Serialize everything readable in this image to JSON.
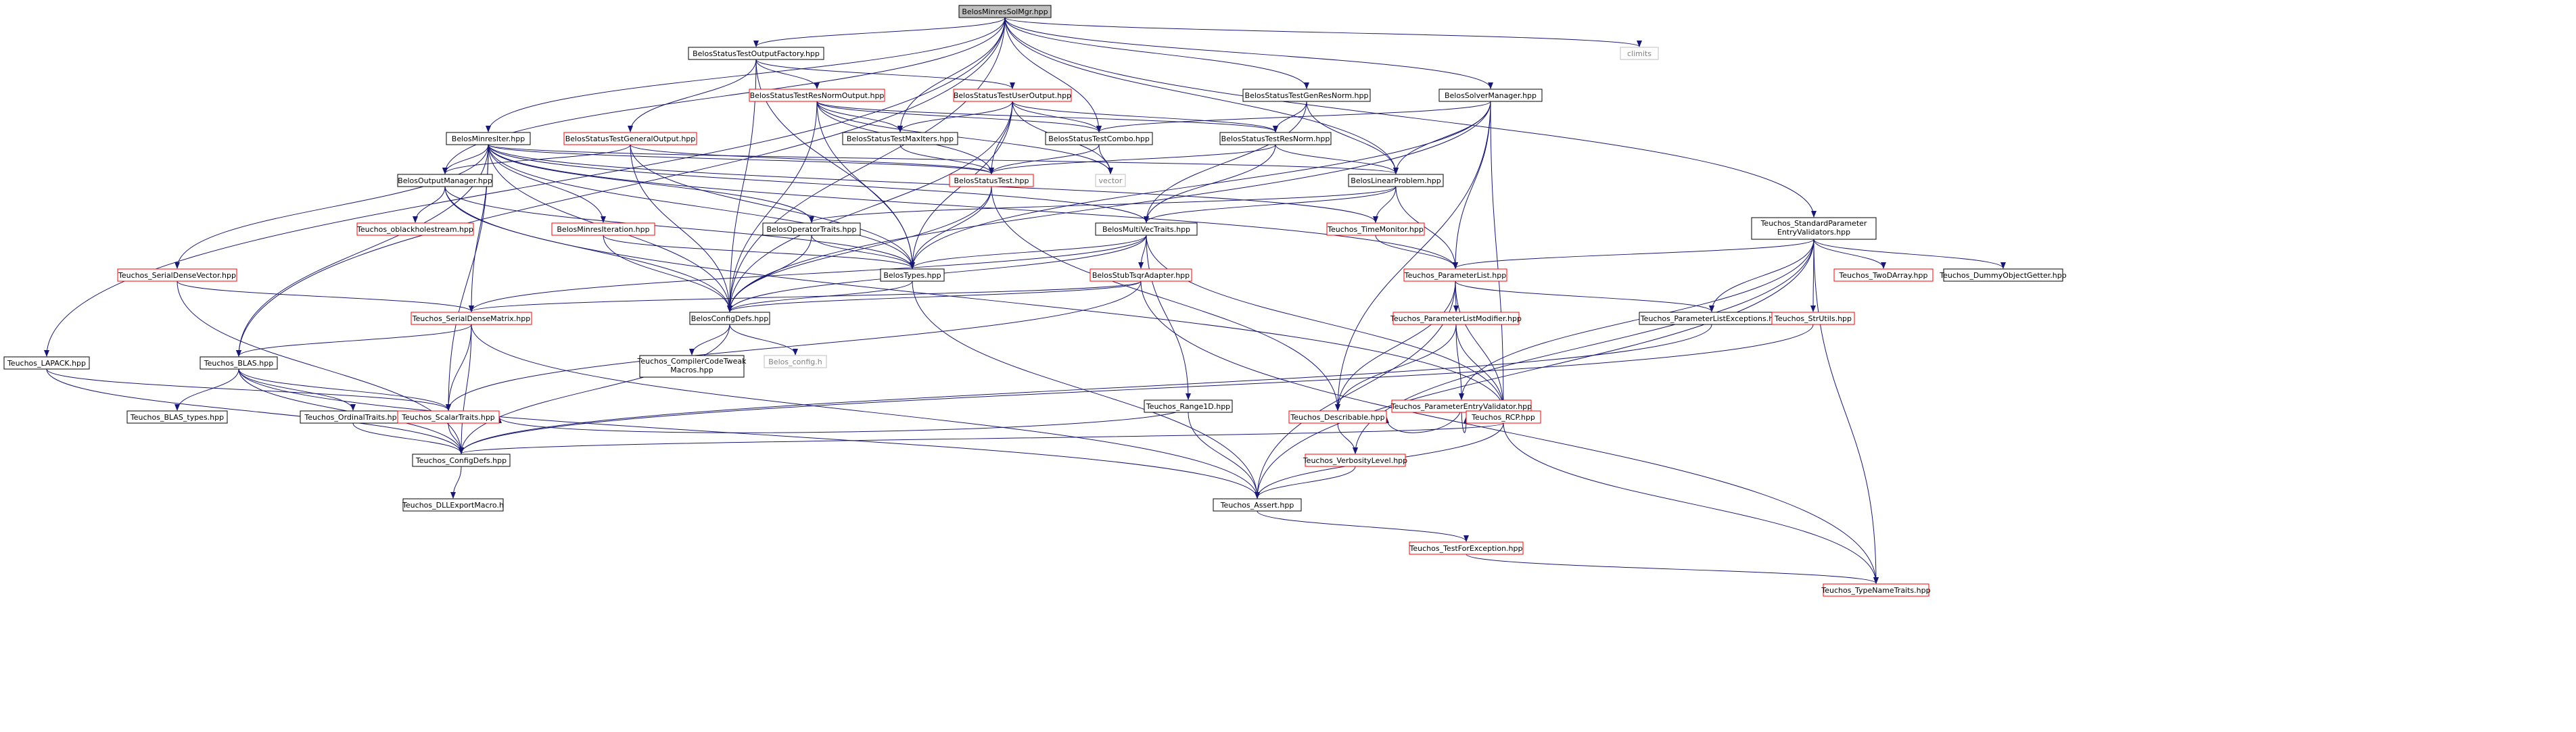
{
  "colors": {
    "edge": "#191970",
    "root_fill": "#bfbfbf",
    "normal_border": "#000000",
    "red_border": "#ff0000",
    "text_black": "#000000",
    "text_red": "#ff0000",
    "text_gray": "#808080",
    "gray_border": "#bfbfbf"
  },
  "nodes": [
    {
      "id": "root",
      "label": "BelosMinresSolMgr.hpp",
      "style": "root"
    },
    {
      "id": "outfactory",
      "label": "BelosStatusTestOutputFactory.hpp",
      "style": "normal"
    },
    {
      "id": "climits",
      "label": "climits",
      "style": "gray"
    },
    {
      "id": "resnormout",
      "label": "BelosStatusTestResNormOutput.hpp",
      "style": "red"
    },
    {
      "id": "useroutput",
      "label": "BelosStatusTestUserOutput.hpp",
      "style": "red"
    },
    {
      "id": "genresnorm",
      "label": "BelosStatusTestGenResNorm.hpp",
      "style": "normal"
    },
    {
      "id": "solvermgr",
      "label": "BelosSolverManager.hpp",
      "style": "normal"
    },
    {
      "id": "minresiter",
      "label": "BelosMinresIter.hpp",
      "style": "normal"
    },
    {
      "id": "genoutput",
      "label": "BelosStatusTestGeneralOutput.hpp",
      "style": "red"
    },
    {
      "id": "maxiters",
      "label": "BelosStatusTestMaxIters.hpp",
      "style": "normal"
    },
    {
      "id": "combo",
      "label": "BelosStatusTestCombo.hpp",
      "style": "normal"
    },
    {
      "id": "resnorm",
      "label": "BelosStatusTestResNorm.hpp",
      "style": "normal"
    },
    {
      "id": "outmgr",
      "label": "BelosOutputManager.hpp",
      "style": "normal"
    },
    {
      "id": "statustest",
      "label": "BelosStatusTest.hpp",
      "style": "red"
    },
    {
      "id": "vector",
      "label": "vector",
      "style": "gray"
    },
    {
      "id": "linprob",
      "label": "BelosLinearProblem.hpp",
      "style": "normal"
    },
    {
      "id": "stdparam",
      "label": "Teuchos_StandardParameter\nEntryValidators.hpp",
      "style": "normal"
    },
    {
      "id": "oblack",
      "label": "Teuchos_oblackholestream.hpp",
      "style": "red"
    },
    {
      "id": "minresiteration",
      "label": "BelosMinresIteration.hpp",
      "style": "red"
    },
    {
      "id": "optraits",
      "label": "BelosOperatorTraits.hpp",
      "style": "normal"
    },
    {
      "id": "mvtraits",
      "label": "BelosMultiVecTraits.hpp",
      "style": "normal"
    },
    {
      "id": "timemon",
      "label": "Teuchos_TimeMonitor.hpp",
      "style": "red"
    },
    {
      "id": "serialvec",
      "label": "Teuchos_SerialDenseVector.hpp",
      "style": "red"
    },
    {
      "id": "belostypes",
      "label": "BelosTypes.hpp",
      "style": "normal"
    },
    {
      "id": "stubtsqr",
      "label": "BelosStubTsqrAdapter.hpp",
      "style": "red"
    },
    {
      "id": "paramlist",
      "label": "Teuchos_ParameterList.hpp",
      "style": "red"
    },
    {
      "id": "twodarray",
      "label": "Teuchos_TwoDArray.hpp",
      "style": "red"
    },
    {
      "id": "dummyobj",
      "label": "Teuchos_DummyObjectGetter.hpp",
      "style": "normal"
    },
    {
      "id": "serialmat",
      "label": "Teuchos_SerialDenseMatrix.hpp",
      "style": "red"
    },
    {
      "id": "belosconfig",
      "label": "BelosConfigDefs.hpp",
      "style": "normal"
    },
    {
      "id": "plmodifier",
      "label": "Teuchos_ParameterListModifier.hpp",
      "style": "red"
    },
    {
      "id": "plexceptions",
      "label": "Teuchos_ParameterListExceptions.hpp",
      "style": "normal"
    },
    {
      "id": "strutils",
      "label": "Teuchos_StrUtils.hpp",
      "style": "red"
    },
    {
      "id": "lapack",
      "label": "Teuchos_LAPACK.hpp",
      "style": "normal"
    },
    {
      "id": "blas",
      "label": "Teuchos_BLAS.hpp",
      "style": "normal"
    },
    {
      "id": "compiler",
      "label": "Teuchos_CompilerCodeTweak\nMacros.hpp",
      "style": "normal"
    },
    {
      "id": "belosconfigh",
      "label": "Belos_config.h",
      "style": "gray"
    },
    {
      "id": "range1d",
      "label": "Teuchos_Range1D.hpp",
      "style": "normal"
    },
    {
      "id": "pevalidator",
      "label": "Teuchos_ParameterEntryValidator.hpp",
      "style": "red"
    },
    {
      "id": "blastypes",
      "label": "Teuchos_BLAS_types.hpp",
      "style": "normal"
    },
    {
      "id": "ordinal",
      "label": "Teuchos_OrdinalTraits.hpp",
      "style": "normal"
    },
    {
      "id": "scalar",
      "label": "Teuchos_ScalarTraits.hpp",
      "style": "red"
    },
    {
      "id": "describable",
      "label": "Teuchos_Describable.hpp",
      "style": "red"
    },
    {
      "id": "rcp",
      "label": "Teuchos_RCP.hpp",
      "style": "red"
    },
    {
      "id": "tconfig",
      "label": "Teuchos_ConfigDefs.hpp",
      "style": "normal"
    },
    {
      "id": "verbosity",
      "label": "Teuchos_VerbosityLevel.hpp",
      "style": "red"
    },
    {
      "id": "dllexport",
      "label": "Teuchos_DLLExportMacro.h",
      "style": "normal"
    },
    {
      "id": "assert",
      "label": "Teuchos_Assert.hpp",
      "style": "normal"
    },
    {
      "id": "testexc",
      "label": "Teuchos_TestForException.hpp",
      "style": "red"
    },
    {
      "id": "typename",
      "label": "Teuchos_TypeNameTraits.hpp",
      "style": "red"
    }
  ],
  "edges": [
    [
      "root",
      "outfactory"
    ],
    [
      "root",
      "climits"
    ],
    [
      "root",
      "genresnorm"
    ],
    [
      "root",
      "solvermgr"
    ],
    [
      "root",
      "minresiter"
    ],
    [
      "root",
      "maxiters"
    ],
    [
      "root",
      "combo"
    ],
    [
      "root",
      "outmgr"
    ],
    [
      "root",
      "linprob"
    ],
    [
      "root",
      "stdparam"
    ],
    [
      "root",
      "belosconfig"
    ],
    [
      "root",
      "lapack"
    ],
    [
      "root",
      "blas"
    ],
    [
      "outfactory",
      "resnormout"
    ],
    [
      "outfactory",
      "useroutput"
    ],
    [
      "outfactory",
      "genoutput"
    ],
    [
      "outfactory",
      "belostypes"
    ],
    [
      "outfactory",
      "belosconfig"
    ],
    [
      "resnormout",
      "maxiters"
    ],
    [
      "resnormout",
      "combo"
    ],
    [
      "resnormout",
      "resnorm"
    ],
    [
      "resnormout",
      "statustest"
    ],
    [
      "resnormout",
      "belostypes"
    ],
    [
      "resnormout",
      "belosconfig"
    ],
    [
      "resnormout",
      "vector"
    ],
    [
      "useroutput",
      "maxiters"
    ],
    [
      "useroutput",
      "combo"
    ],
    [
      "useroutput",
      "resnorm"
    ],
    [
      "useroutput",
      "statustest"
    ],
    [
      "useroutput",
      "belostypes"
    ],
    [
      "useroutput",
      "belosconfig"
    ],
    [
      "useroutput",
      "vector"
    ],
    [
      "genresnorm",
      "resnorm"
    ],
    [
      "genresnorm",
      "linprob"
    ],
    [
      "genresnorm",
      "mvtraits"
    ],
    [
      "solvermgr",
      "combo"
    ],
    [
      "solvermgr",
      "linprob"
    ],
    [
      "solvermgr",
      "paramlist"
    ],
    [
      "solvermgr",
      "belostypes"
    ],
    [
      "solvermgr",
      "belosconfig"
    ],
    [
      "solvermgr",
      "describable"
    ],
    [
      "solvermgr",
      "rcp"
    ],
    [
      "minresiter",
      "outmgr"
    ],
    [
      "minresiter",
      "statustest"
    ],
    [
      "minresiter",
      "linprob"
    ],
    [
      "minresiter",
      "optraits"
    ],
    [
      "minresiter",
      "mvtraits"
    ],
    [
      "minresiter",
      "minresiteration"
    ],
    [
      "minresiter",
      "serialvec"
    ],
    [
      "minresiter",
      "serialmat"
    ],
    [
      "minresiter",
      "blas"
    ],
    [
      "minresiter",
      "scalar"
    ],
    [
      "minresiter",
      "paramlist"
    ],
    [
      "minresiter",
      "timemon"
    ],
    [
      "minresiter",
      "belostypes"
    ],
    [
      "minresiter",
      "belosconfig"
    ],
    [
      "genoutput",
      "outmgr"
    ],
    [
      "genoutput",
      "statustest"
    ],
    [
      "genoutput",
      "belostypes"
    ],
    [
      "genoutput",
      "belosconfig"
    ],
    [
      "maxiters",
      "statustest"
    ],
    [
      "combo",
      "statustest"
    ],
    [
      "combo",
      "vector"
    ],
    [
      "resnorm",
      "statustest"
    ],
    [
      "resnorm",
      "linprob"
    ],
    [
      "resnorm",
      "mvtraits"
    ],
    [
      "outmgr",
      "oblack"
    ],
    [
      "outmgr",
      "belostypes"
    ],
    [
      "outmgr",
      "belosconfig"
    ],
    [
      "outmgr",
      "rcp"
    ],
    [
      "statustest",
      "belostypes"
    ],
    [
      "statustest",
      "belosconfig"
    ],
    [
      "statustest",
      "describable"
    ],
    [
      "linprob",
      "mvtraits"
    ],
    [
      "linprob",
      "optraits"
    ],
    [
      "linprob",
      "timemon"
    ],
    [
      "linprob",
      "paramlist"
    ],
    [
      "stdparam",
      "paramlist"
    ],
    [
      "stdparam",
      "twodarray"
    ],
    [
      "stdparam",
      "dummyobj"
    ],
    [
      "stdparam",
      "plexceptions"
    ],
    [
      "stdparam",
      "strutils"
    ],
    [
      "stdparam",
      "pevalidator"
    ],
    [
      "stdparam",
      "verbosity"
    ],
    [
      "stdparam",
      "assert"
    ],
    [
      "stdparam",
      "typename"
    ],
    [
      "minresiteration",
      "belostypes"
    ],
    [
      "minresiteration",
      "belosconfig"
    ],
    [
      "optraits",
      "belostypes"
    ],
    [
      "optraits",
      "belosconfig"
    ],
    [
      "mvtraits",
      "belostypes"
    ],
    [
      "mvtraits",
      "belosconfig"
    ],
    [
      "mvtraits",
      "stubtsqr"
    ],
    [
      "mvtraits",
      "serialmat"
    ],
    [
      "mvtraits",
      "range1d"
    ],
    [
      "mvtraits",
      "rcp"
    ],
    [
      "timemon",
      "paramlist"
    ],
    [
      "serialvec",
      "serialmat"
    ],
    [
      "serialvec",
      "tconfig"
    ],
    [
      "belostypes",
      "belosconfig"
    ],
    [
      "belostypes",
      "assert"
    ],
    [
      "stubtsqr",
      "serialmat"
    ],
    [
      "stubtsqr",
      "belosconfig"
    ],
    [
      "stubtsqr",
      "scalar"
    ],
    [
      "stubtsqr",
      "typename"
    ],
    [
      "paramlist",
      "plexceptions"
    ],
    [
      "paramlist",
      "plmodifier"
    ],
    [
      "paramlist",
      "describable"
    ],
    [
      "paramlist",
      "rcp"
    ],
    [
      "paramlist",
      "assert"
    ],
    [
      "serialmat",
      "blas"
    ],
    [
      "serialmat",
      "scalar"
    ],
    [
      "serialmat",
      "tconfig"
    ],
    [
      "serialmat",
      "assert"
    ],
    [
      "belosconfig",
      "compiler"
    ],
    [
      "belosconfig",
      "belosconfigh"
    ],
    [
      "belosconfig",
      "tconfig"
    ],
    [
      "plmodifier",
      "pevalidator"
    ],
    [
      "plmodifier",
      "describable"
    ],
    [
      "plmodifier",
      "rcp"
    ],
    [
      "plexceptions",
      "tconfig"
    ],
    [
      "strutils",
      "tconfig"
    ],
    [
      "lapack",
      "scalar"
    ],
    [
      "lapack",
      "tconfig"
    ],
    [
      "blas",
      "blastypes"
    ],
    [
      "blas",
      "ordinal"
    ],
    [
      "blas",
      "scalar"
    ],
    [
      "blas",
      "tconfig"
    ],
    [
      "blas",
      "assert"
    ],
    [
      "range1d",
      "scalar"
    ],
    [
      "range1d",
      "assert"
    ],
    [
      "pevalidator",
      "describable"
    ],
    [
      "pevalidator",
      "rcp"
    ],
    [
      "ordinal",
      "tconfig"
    ],
    [
      "scalar",
      "tconfig"
    ],
    [
      "describable",
      "verbosity"
    ],
    [
      "rcp",
      "tconfig"
    ],
    [
      "rcp",
      "assert"
    ],
    [
      "rcp",
      "typename"
    ],
    [
      "tconfig",
      "dllexport"
    ],
    [
      "verbosity",
      "assert"
    ],
    [
      "assert",
      "testexc"
    ],
    [
      "testexc",
      "typename"
    ]
  ]
}
